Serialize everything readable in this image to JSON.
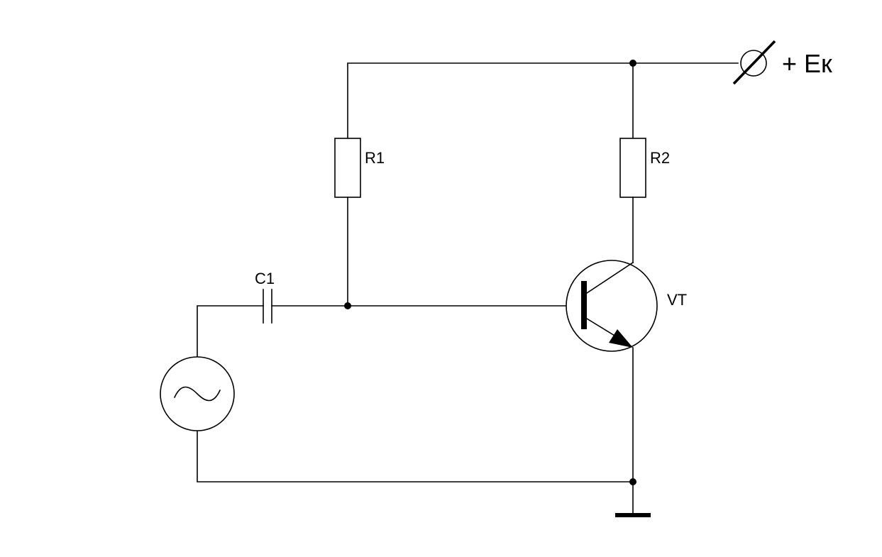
{
  "components": {
    "r1": {
      "label": "R1"
    },
    "r2": {
      "label": "R2"
    },
    "c1": {
      "label": "C1"
    },
    "vt": {
      "label": "VT"
    },
    "supply": {
      "label": "+ Eк"
    }
  },
  "colors": {
    "line": "#000000",
    "background": "#ffffff"
  }
}
